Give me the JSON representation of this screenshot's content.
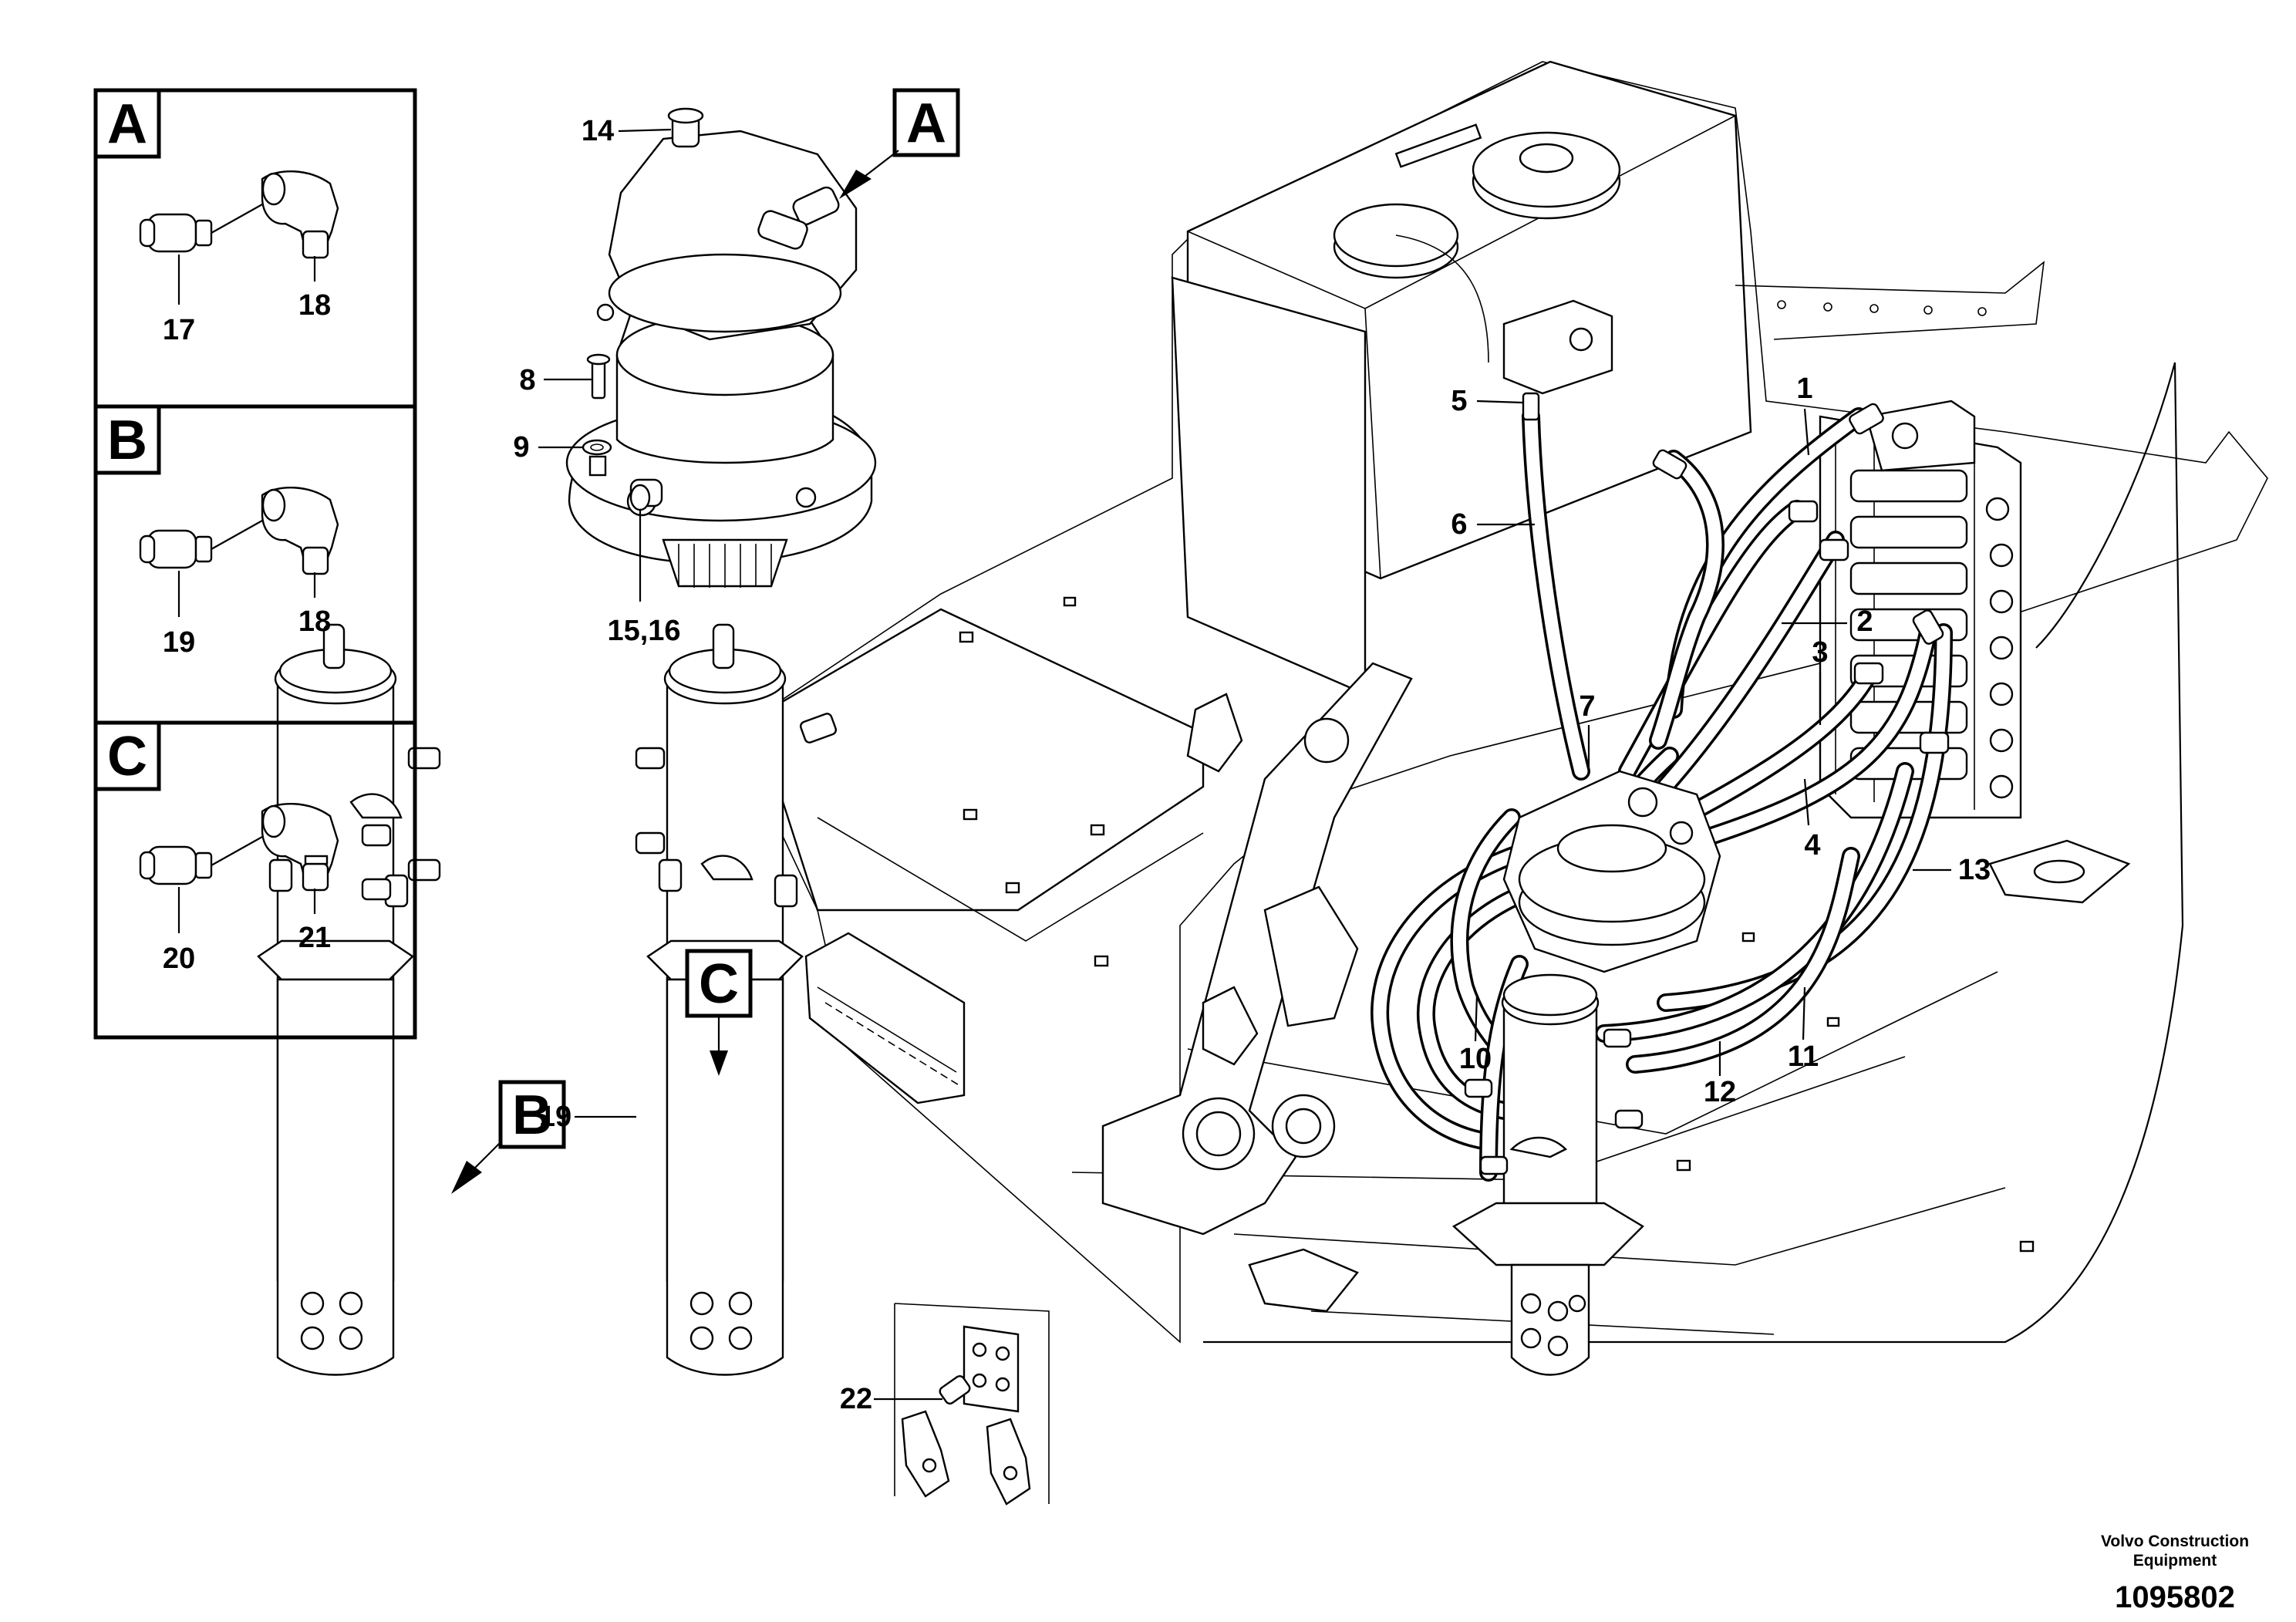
{
  "detail_boxes": [
    {
      "letter": "A",
      "parts": [
        "17",
        "18"
      ]
    },
    {
      "letter": "B",
      "parts": [
        "19",
        "18"
      ]
    },
    {
      "letter": "C",
      "parts": [
        "20",
        "21"
      ]
    }
  ],
  "callout_letters": {
    "a": "A",
    "b": "B",
    "c": "C"
  },
  "part_labels": {
    "p1": "1",
    "p2": "2",
    "p3": "3",
    "p4": "4",
    "p5": "5",
    "p6": "6",
    "p7": "7",
    "p8": "8",
    "p9": "9",
    "p10": "10",
    "p11": "11",
    "p12": "12",
    "p13": "13",
    "p14": "14",
    "p15_16": "15,16",
    "p19": "19",
    "p22": "22"
  },
  "credit": {
    "line1": "Volvo Construction",
    "line2": "Equipment"
  },
  "doc_number": "1095802"
}
